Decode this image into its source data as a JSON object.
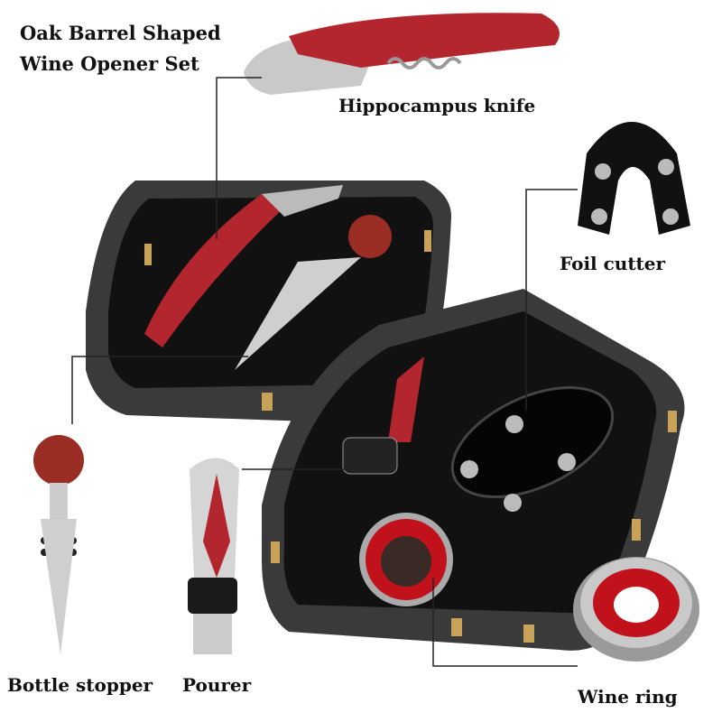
{
  "title": {
    "line1": "Oak Barrel Shaped",
    "line2": "Wine Opener Set"
  },
  "labels": {
    "knife": "Hippocampus knife",
    "foil_cutter": "Foil cutter",
    "bottle_stopper": "Bottle stopper",
    "pourer": "Pourer",
    "wine_ring": "Wine ring"
  },
  "colors": {
    "accent_red": "#b3262d",
    "wood": "#b5472e",
    "barrel": "#2a2a2a",
    "gold": "#c9a25a"
  }
}
